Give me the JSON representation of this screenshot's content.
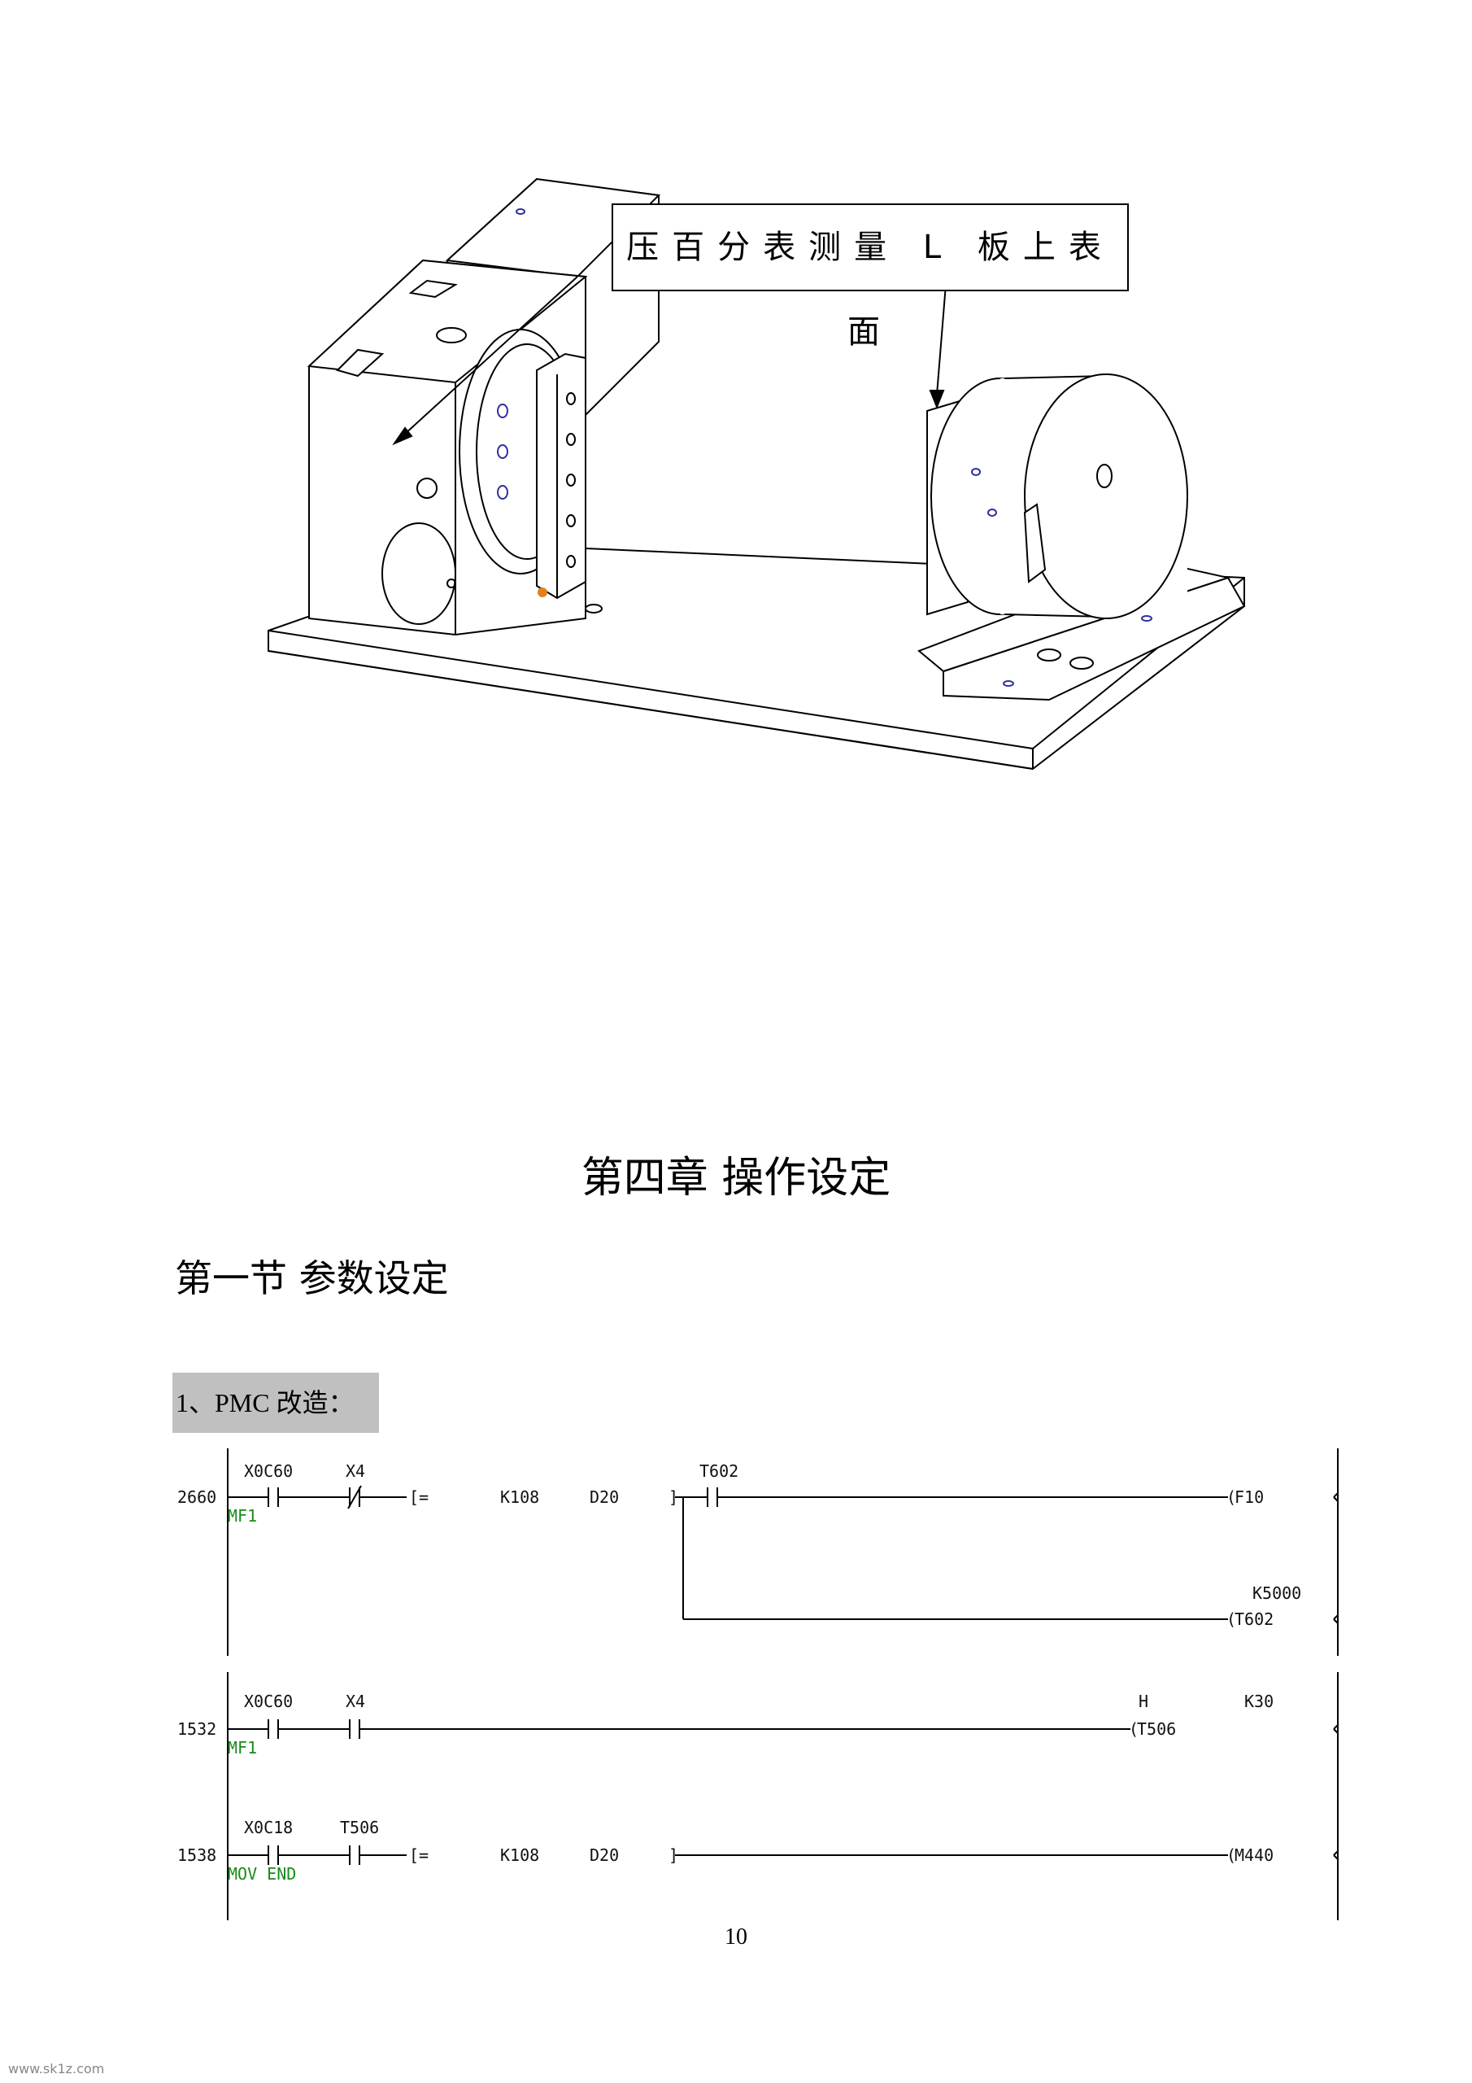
{
  "figure": {
    "callout_text": "压百分表测量 L 板上表面"
  },
  "chapter_title": "第四章   操作设定",
  "section_title": "第一节  参数设定",
  "subsection_title": "1、PMC 改造：",
  "ladder": {
    "rungs": [
      {
        "number": "2660",
        "note": "MF1",
        "contacts": [
          "X0C60",
          "X4"
        ],
        "compare": "[=",
        "args": [
          "K108",
          "D20"
        ],
        "bracket_end": "]",
        "timer_contact": "T602",
        "outputs": [
          "F10",
          "T602"
        ],
        "output_param": "K5000"
      },
      {
        "number": "1532",
        "note": "MF1",
        "contacts": [
          "X0C60",
          "X4"
        ],
        "output": "T506",
        "params": [
          "H",
          "K30"
        ]
      },
      {
        "number": "1538",
        "note": "MOV END",
        "contacts": [
          "X0C18",
          "T506"
        ],
        "compare": "[=",
        "args": [
          "K108",
          "D20"
        ],
        "bracket_end": "]",
        "output": "M440"
      }
    ]
  },
  "page_number": "10",
  "watermark": "www.sk1z.com"
}
